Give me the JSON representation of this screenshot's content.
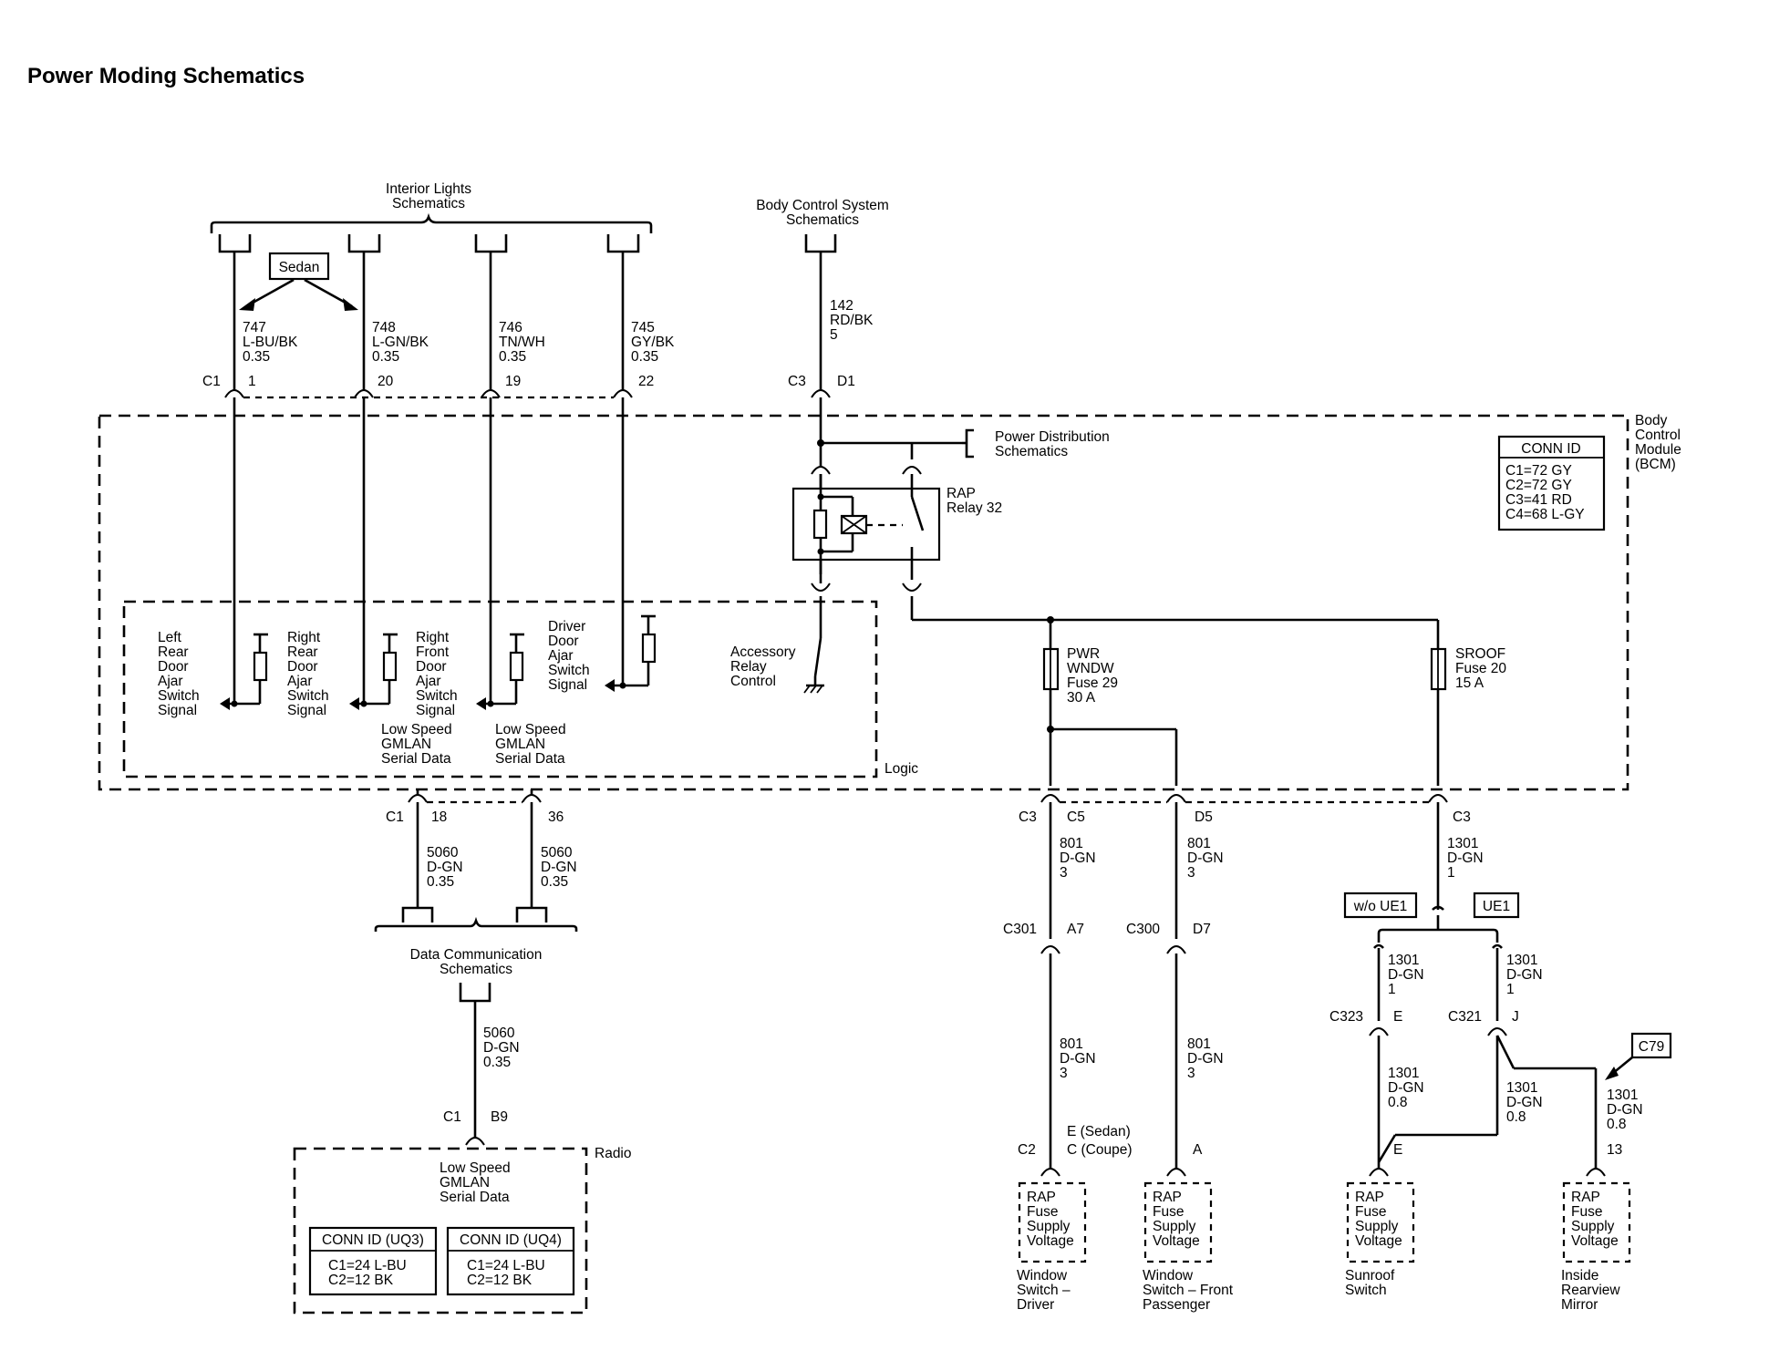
{
  "title": "Power Moding Schematics",
  "refs": {
    "interior_lights": [
      "Interior Lights",
      "Schematics"
    ],
    "body_control": [
      "Body Control System",
      "Schematics"
    ],
    "power_distribution": [
      "Power Distribution",
      "Schematics"
    ],
    "data_comm": [
      "Data Communication",
      "Schematics"
    ]
  },
  "module": {
    "name": [
      "Body",
      "Control",
      "Module",
      "(BCM)"
    ],
    "logic_label": "Logic",
    "conn_id": {
      "header": "CONN ID",
      "lines": [
        "C1=72 GY",
        "C2=72 GY",
        "C3=41 RD",
        "C4=68 L-GY"
      ]
    }
  },
  "sedan_tag": "Sedan",
  "top_wires": [
    {
      "circuit": "747",
      "color": "L-BU/BK",
      "gauge": "0.35",
      "pin": "1",
      "conn": "C1"
    },
    {
      "circuit": "748",
      "color": "L-GN/BK",
      "gauge": "0.35",
      "pin": "20"
    },
    {
      "circuit": "746",
      "color": "TN/WH",
      "gauge": "0.35",
      "pin": "19"
    },
    {
      "circuit": "745",
      "color": "GY/BK",
      "gauge": "0.35",
      "pin": "22"
    }
  ],
  "bcm_feed": {
    "circuit": "142",
    "color": "RD/BK",
    "gauge": "5",
    "conn": "C3",
    "pin": "D1"
  },
  "switch_signals": [
    [
      "Left",
      "Rear",
      "Door",
      "Ajar",
      "Switch",
      "Signal"
    ],
    [
      "Right",
      "Rear",
      "Door",
      "Ajar",
      "Switch",
      "Signal"
    ],
    [
      "Right",
      "Front",
      "Door",
      "Ajar",
      "Switch",
      "Signal"
    ],
    [
      "Driver",
      "Door",
      "Ajar",
      "Switch",
      "Signal"
    ]
  ],
  "gmlan_label": [
    "Low Speed",
    "GMLAN",
    "Serial Data"
  ],
  "relay": {
    "name": [
      "RAP",
      "Relay 32"
    ],
    "control": [
      "Accessory",
      "Relay",
      "Control"
    ]
  },
  "fuses": [
    {
      "lines": [
        "PWR",
        "WNDW",
        "Fuse 29",
        "30 A"
      ]
    },
    {
      "lines": [
        "SROOF",
        "Fuse 20",
        "15 A"
      ]
    }
  ],
  "data_wires": [
    {
      "conn": "C1",
      "pin": "18",
      "circuit": "5060",
      "color": "D-GN",
      "gauge": "0.35"
    },
    {
      "pin": "36",
      "circuit": "5060",
      "color": "D-GN",
      "gauge": "0.35"
    }
  ],
  "radio": {
    "label": "Radio",
    "conn": "C1",
    "pin": "B9",
    "wire": {
      "circuit": "5060",
      "color": "D-GN",
      "gauge": "0.35"
    },
    "data_label": [
      "Low Speed",
      "GMLAN",
      "Serial Data"
    ],
    "conn_ids": [
      {
        "header": "CONN ID (UQ3)",
        "lines": [
          "C1=24 L-BU",
          "C2=12 BK"
        ]
      },
      {
        "header": "CONN ID (UQ4)",
        "lines": [
          "C1=24 L-BU",
          "C2=12 BK"
        ]
      }
    ]
  },
  "bottom_conns": {
    "c3_left": "C3",
    "c5": "C5",
    "d5": "D5",
    "c3_right": "C3"
  },
  "window_wires": [
    {
      "circuit": "801",
      "color": "D-GN",
      "gauge": "3"
    },
    {
      "circuit": "801",
      "color": "D-GN",
      "gauge": "3"
    }
  ],
  "sunroof_wire": {
    "circuit": "1301",
    "color": "D-GN",
    "gauge": "1"
  },
  "options": {
    "wo_ue1": "w/o UE1",
    "ue1": "UE1"
  },
  "branch_wires": [
    {
      "circuit": "1301",
      "color": "D-GN",
      "gauge": "1"
    },
    {
      "circuit": "1301",
      "color": "D-GN",
      "gauge": "1"
    }
  ],
  "inline_conns": [
    {
      "name": "C301",
      "pin": "A7"
    },
    {
      "name": "C300",
      "pin": "D7"
    },
    {
      "name": "C323",
      "pin": "E"
    },
    {
      "name": "C321",
      "pin": "J"
    }
  ],
  "lower_wires": [
    {
      "circuit": "801",
      "color": "D-GN",
      "gauge": "3"
    },
    {
      "circuit": "801",
      "color": "D-GN",
      "gauge": "3"
    },
    {
      "circuit": "1301",
      "color": "D-GN",
      "gauge": "0.8"
    },
    {
      "circuit": "1301",
      "color": "D-GN",
      "gauge": "0.8"
    },
    {
      "circuit": "1301",
      "color": "D-GN",
      "gauge": "0.8"
    }
  ],
  "c79_tag": "C79",
  "device_pins": [
    {
      "conn": "C2",
      "pins": [
        "E (Sedan)",
        "C (Coupe)"
      ]
    },
    {
      "pins": [
        "A"
      ]
    },
    {
      "pins": [
        "E"
      ]
    },
    {
      "pins": [
        "13"
      ]
    }
  ],
  "device_box_text": [
    "RAP",
    "Fuse",
    "Supply",
    "Voltage"
  ],
  "devices": [
    [
      "Window",
      "Switch –",
      "Driver"
    ],
    [
      "Window",
      "Switch – Front",
      "Passenger"
    ],
    [
      "Sunroof",
      "Switch"
    ],
    [
      "Inside",
      "Rearview",
      "Mirror"
    ]
  ]
}
